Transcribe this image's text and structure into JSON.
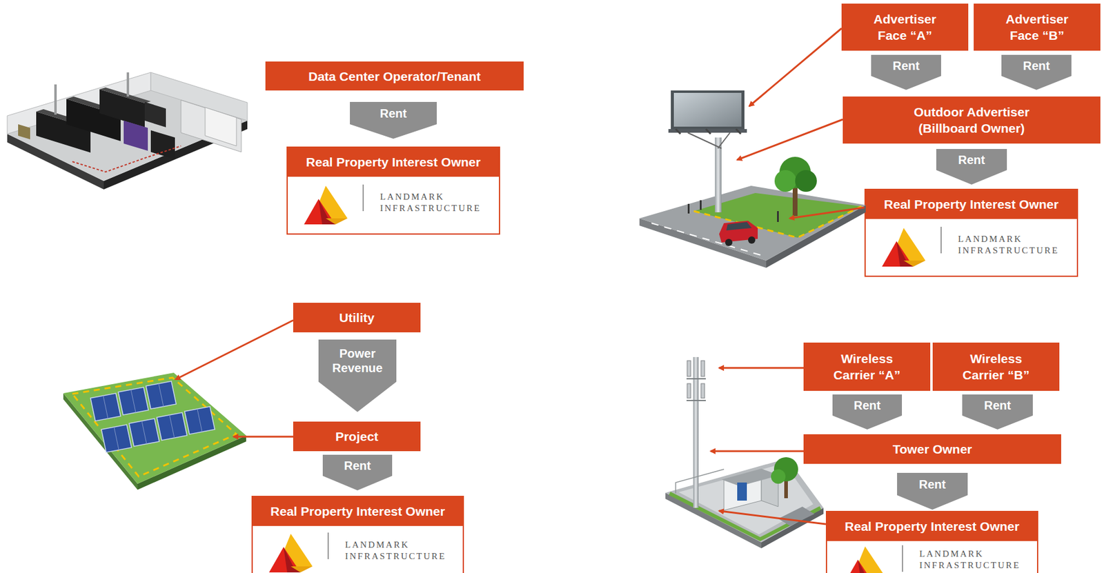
{
  "diagram": {
    "nodes": [
      {
        "text": [
          "Data Center Operator/Tenant"
        ]
      },
      {
        "text": [
          "Rent"
        ]
      },
      {
        "text": [
          "Real Property Interest Owner",
          "LANDMARK INFRASTRUCTURE"
        ]
      },
      {
        "text": [
          "Advertiser Face “A”"
        ]
      },
      {
        "text": [
          "Advertiser Face “B”"
        ]
      },
      {
        "text": [
          "Rent"
        ]
      },
      {
        "text": [
          "Rent"
        ]
      },
      {
        "text": [
          "Outdoor Advertiser (Billboard Owner)"
        ]
      },
      {
        "text": [
          "Rent"
        ]
      },
      {
        "text": [
          "Real Property Interest Owner",
          "LANDMARK INFRASTRUCTURE"
        ]
      },
      {
        "text": [
          "Utility"
        ]
      },
      {
        "text": [
          "Power Revenue"
        ]
      },
      {
        "text": [
          "Project"
        ]
      },
      {
        "text": [
          "Rent"
        ]
      },
      {
        "text": [
          "Real Property Interest Owner",
          "LANDMARK INFRASTRUCTURE"
        ]
      },
      {
        "text": [
          "Wireless Carrier “A”"
        ]
      },
      {
        "text": [
          "Wireless Carrier “B”"
        ]
      },
      {
        "text": [
          "Rent"
        ]
      },
      {
        "text": [
          "Rent"
        ]
      },
      {
        "text": [
          "Tower Owner"
        ]
      },
      {
        "text": [
          "Rent"
        ]
      },
      {
        "text": [
          "Real Property Interest Owner",
          "LANDMARK INFRASTRUCTURE"
        ]
      }
    ]
  }
}
